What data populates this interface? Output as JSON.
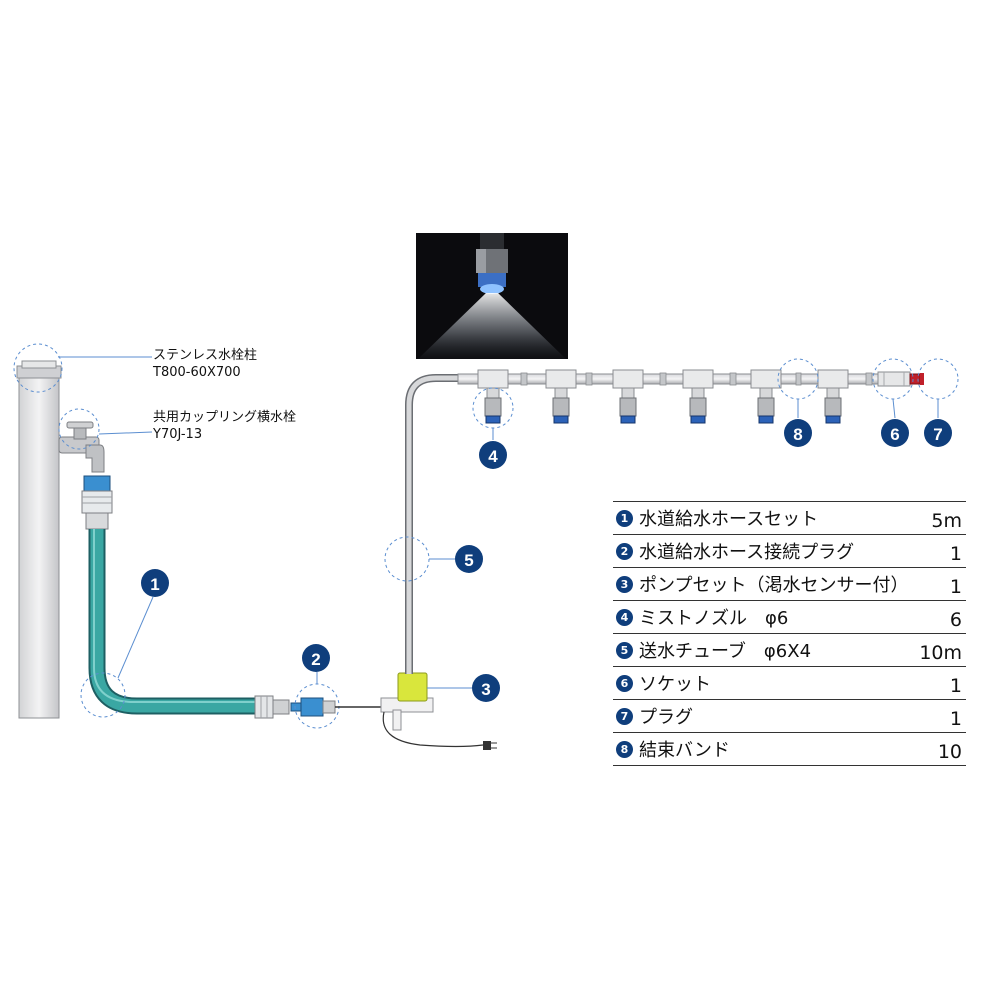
{
  "callouts": {
    "pillar_name": "ステンレス水栓柱",
    "pillar_model": "T800-60X700",
    "coupling_name": "共用カップリング横水栓",
    "coupling_model": "Y70J-13"
  },
  "markers": [
    "1",
    "2",
    "3",
    "4",
    "5",
    "6",
    "7",
    "8"
  ],
  "parts": [
    {
      "num": "1",
      "name": "水道給水ホースセット",
      "qty": "5m"
    },
    {
      "num": "2",
      "name": "水道給水ホース接続プラグ",
      "qty": "1"
    },
    {
      "num": "3",
      "name": "ポンプセット（渇水センサー付）",
      "qty": "1"
    },
    {
      "num": "4",
      "name": "ミストノズル　φ6",
      "qty": "6"
    },
    {
      "num": "5",
      "name": "送水チューブ　φ6X4",
      "qty": "10m"
    },
    {
      "num": "6",
      "name": "ソケット",
      "qty": "1"
    },
    {
      "num": "7",
      "name": "プラグ",
      "qty": "1"
    },
    {
      "num": "8",
      "name": "結束バンド",
      "qty": "10"
    }
  ],
  "colors": {
    "marker": "#0f3e7c",
    "hose": "#3aa7a3",
    "tube": "#8c8f95",
    "pump": "#d9e63c",
    "plug": "#c0202a",
    "leader": "#5b8ed0"
  },
  "icons": [
    "mist-nozzle-photo",
    "faucet",
    "water-pillar",
    "pump",
    "power-plug"
  ]
}
